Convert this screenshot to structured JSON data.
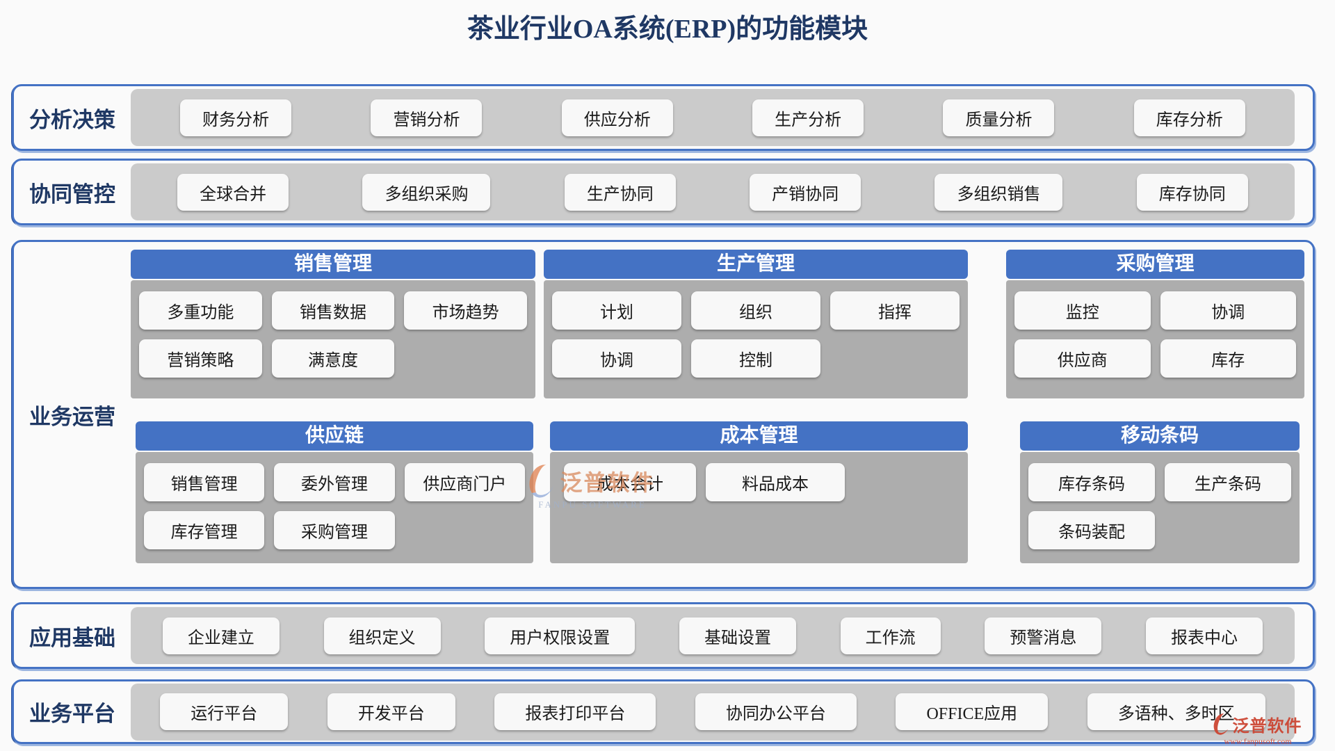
{
  "title": "茶业行业OA系统(ERP)的功能模块",
  "rows": [
    {
      "label": "分析决策",
      "buttons": [
        "财务分析",
        "营销分析",
        "供应分析",
        "生产分析",
        "质量分析",
        "库存分析"
      ]
    },
    {
      "label": "协同管控",
      "buttons": [
        "全球合并",
        "多组织采购",
        "生产协同",
        "产销协同",
        "多组织销售",
        "库存协同"
      ]
    },
    {
      "label": "应用基础",
      "buttons": [
        "企业建立",
        "组织定义",
        "用户权限设置",
        "基础设置",
        "工作流",
        "预警消息",
        "报表中心"
      ]
    },
    {
      "label": "业务平台",
      "buttons": [
        "运行平台",
        "开发平台",
        "报表打印平台",
        "协同办公平台",
        "OFFICE应用",
        "多语种、多时区"
      ]
    }
  ],
  "operations": {
    "label": "业务运营",
    "panels": [
      {
        "title": "销售管理",
        "buttons": [
          "多重功能",
          "销售数据",
          "市场趋势",
          "营销策略",
          "满意度"
        ]
      },
      {
        "title": "生产管理",
        "buttons": [
          "计划",
          "组织",
          "指挥",
          "协调",
          "控制"
        ]
      },
      {
        "title": "采购管理",
        "buttons": [
          "监控",
          "协调",
          "供应商",
          "库存"
        ]
      },
      {
        "title": "供应链",
        "buttons": [
          "销售管理",
          "委外管理",
          "供应商门户",
          "库存管理",
          "采购管理"
        ]
      },
      {
        "title": "成本管理",
        "buttons": [
          "成本会计",
          "料品成本"
        ]
      },
      {
        "title": "移动条码",
        "buttons": [
          "库存条码",
          "生产条码",
          "条码装配"
        ]
      }
    ]
  },
  "watermarks": {
    "center": {
      "name": "泛普软件",
      "sub": "FANPU SOFTWARE"
    },
    "corner": {
      "name": "泛普软件",
      "url": "www.fanpusoft.com"
    }
  },
  "colors": {
    "accent_blue": "#4472c4",
    "navy_text": "#1f3864",
    "strip_gray": "#cbcbcb",
    "panel_gray": "#adadad",
    "chip_bg": "#f8f8f8",
    "watermark_orange": "#d98a5e",
    "watermark_red": "#cc4633"
  }
}
